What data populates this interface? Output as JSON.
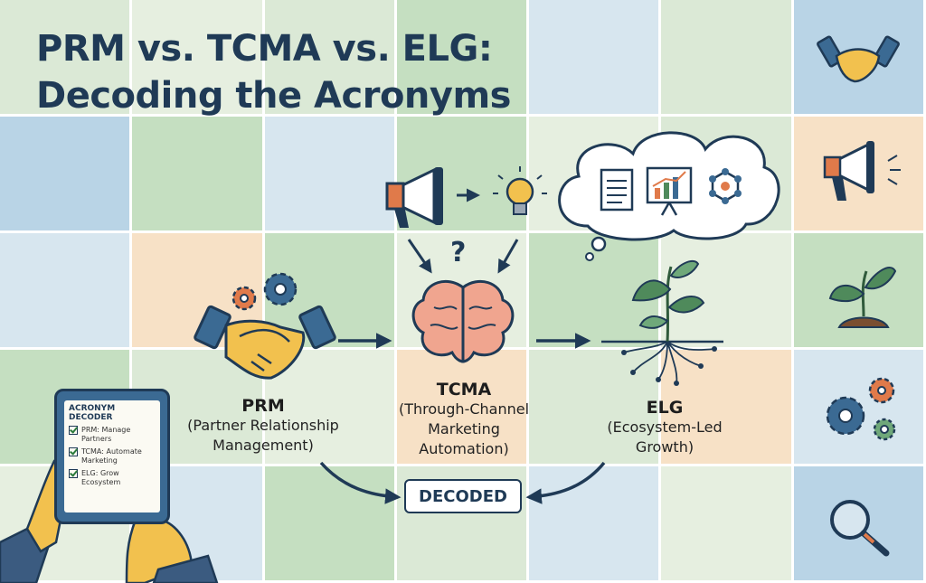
{
  "title_line1": "PRM vs. TCMA vs. ELG:",
  "title_line2": "Decoding the Acronyms",
  "nodes": {
    "prm": {
      "abbr": "PRM",
      "full": "(Partner Relationship Management)"
    },
    "tcma": {
      "abbr": "TCMA",
      "full": "(Through-Channel Marketing Automation)"
    },
    "elg": {
      "abbr": "ELG",
      "full": "(Ecosystem-Led Growth)"
    }
  },
  "decoded_label": "DECODED",
  "question_mark": "?",
  "tablet": {
    "title": "ACRONYM DECODER",
    "items": [
      "PRM: Manage Partners",
      "TCMA: Automate Marketing",
      "ELG: Grow Ecosystem"
    ]
  },
  "side_icons": [
    "handshake-icon",
    "megaphone-icon",
    "sprout-icon",
    "gears-icon",
    "magnifier-icon"
  ],
  "colors": {
    "navy": "#1f3a56",
    "accent_orange": "#e07a4a",
    "gold": "#f2c14e",
    "brain_pink": "#f0a58f",
    "leaf_green": "#4f8a5b"
  }
}
